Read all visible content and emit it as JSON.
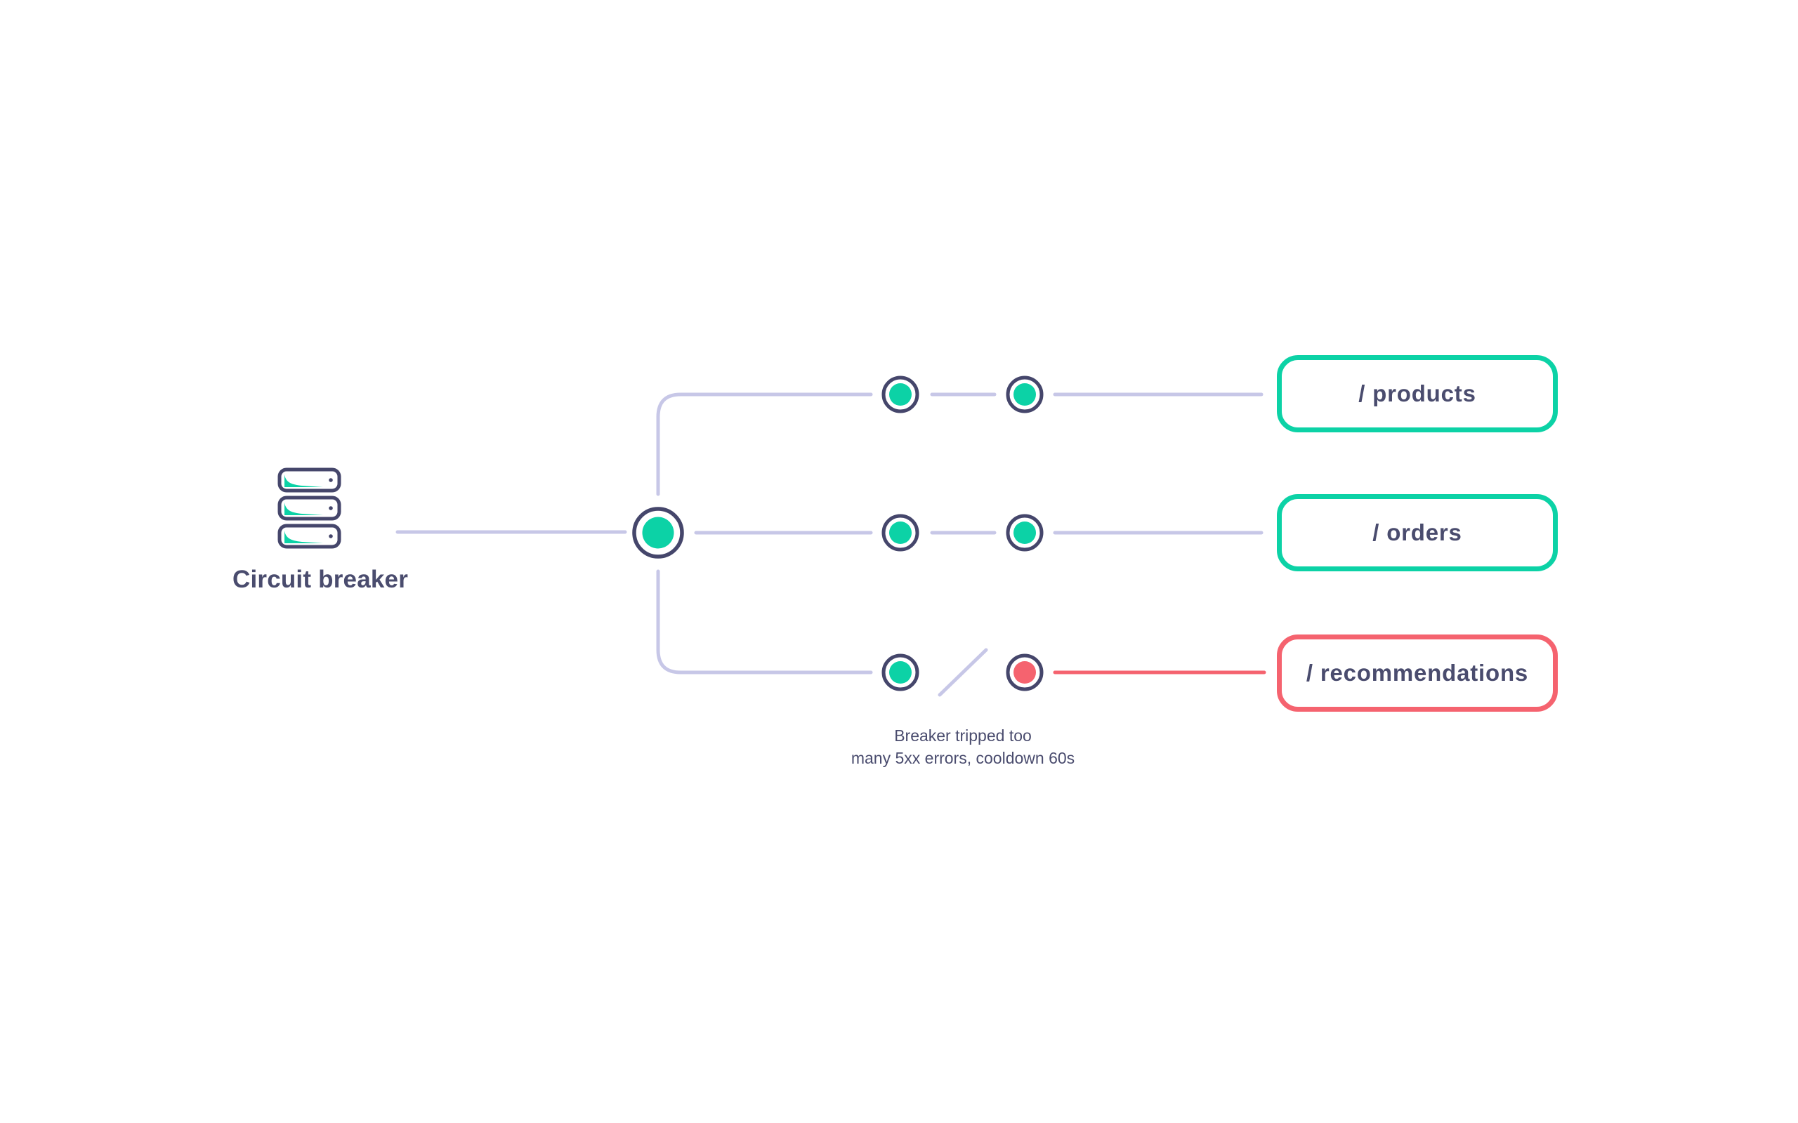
{
  "diagram": {
    "title": "Circuit breaker",
    "source_icon": "server-stack-icon",
    "hub": {
      "status": "closed"
    },
    "rows": [
      {
        "endpoint": "/ products",
        "status": "healthy",
        "nodes": [
          "closed",
          "closed"
        ],
        "link": "intact"
      },
      {
        "endpoint": "/ orders",
        "status": "healthy",
        "nodes": [
          "closed",
          "closed"
        ],
        "link": "intact"
      },
      {
        "endpoint": "/ recommendations",
        "status": "tripped",
        "nodes": [
          "closed",
          "open"
        ],
        "link": "broken"
      }
    ],
    "note": {
      "line1": "Breaker tripped too",
      "line2": "many 5xx errors, cooldown 60s"
    }
  },
  "colors": {
    "teal": "#0CD2A6",
    "coral": "#F5636F",
    "slate": "#45466B",
    "text": "#4A4C6E",
    "lavender": "#C7C7E7",
    "background": "#FFFFFF"
  }
}
